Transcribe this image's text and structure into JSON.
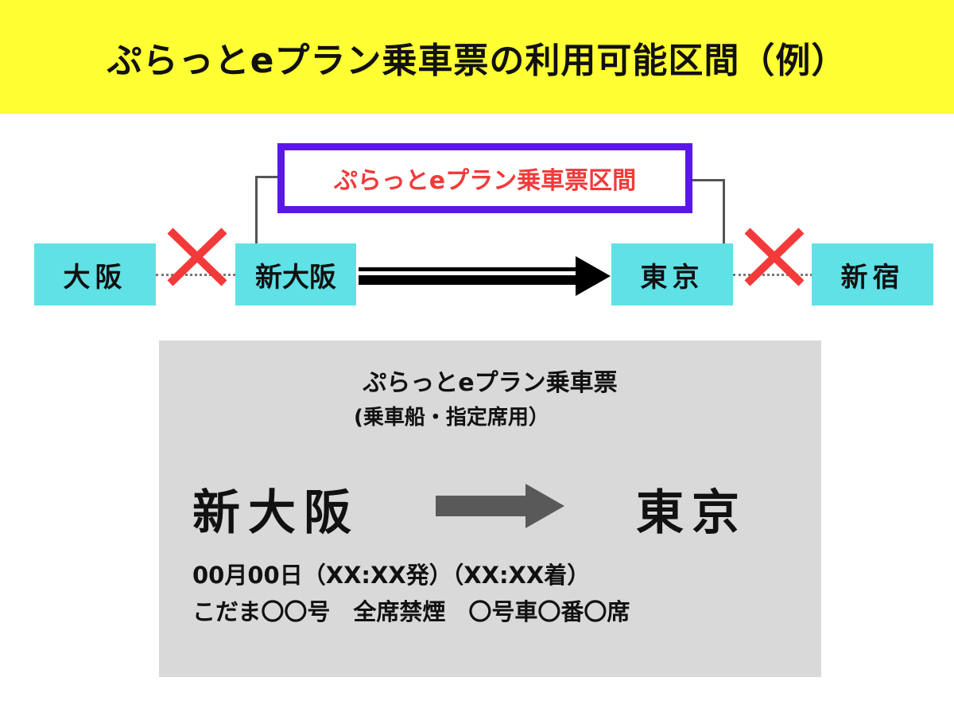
{
  "title": "ぷらっとeプラン乗車票の利用可能区間（例）",
  "section_label": "ぷらっとeプラン乗車票区間",
  "stations": [
    "大阪",
    "新大阪",
    "東京",
    "新宿"
  ],
  "ticket": {
    "heading": "ぷらっとeプラン乗車票",
    "subheading": "(乗車船・指定席用）",
    "from": "新大阪",
    "to": "東京",
    "date_line": "00月00日（XX:XX発）（XX:XX着）",
    "train_line": "こだま〇〇号　全席禁煙　〇号車〇番〇席"
  },
  "colors": {
    "title_bg": "#ffff33",
    "station_bg": "#5fe1e6",
    "section_border": "#5b17e6",
    "accent_red": "#f23a3a",
    "ticket_bg": "#d9d9d9"
  }
}
